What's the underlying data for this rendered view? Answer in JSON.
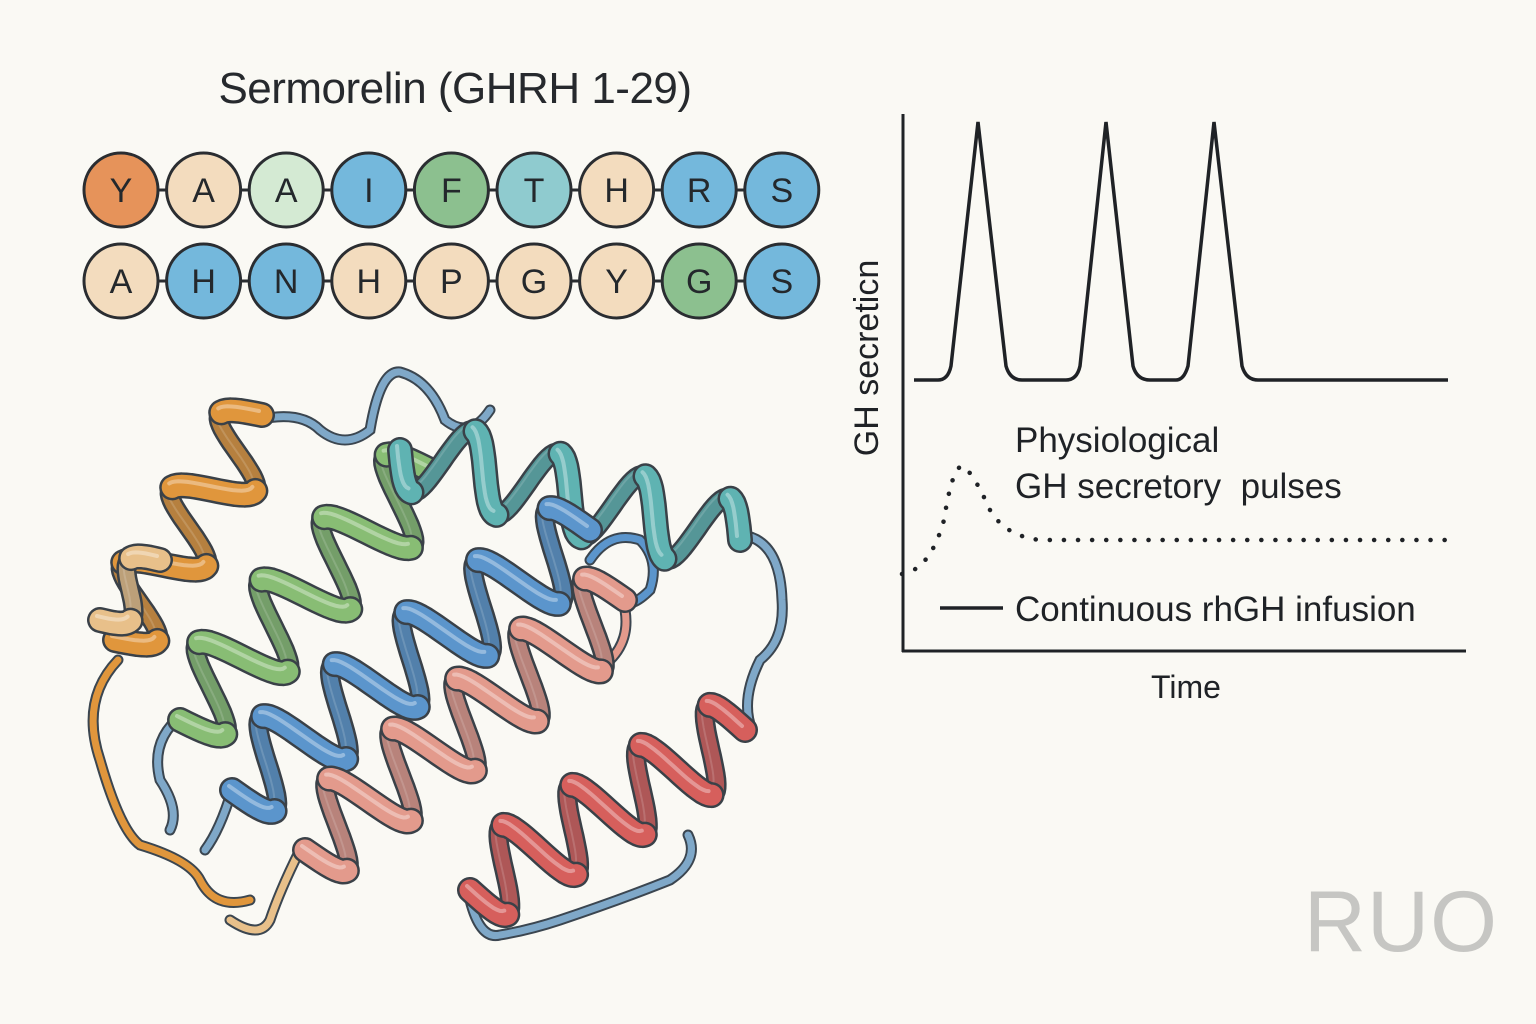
{
  "title": "Sermorelin (GHRH 1-29)",
  "sequence_rows": [
    [
      {
        "letter": "Y",
        "color": "#e6935a"
      },
      {
        "letter": "A",
        "color": "#f3dcbe"
      },
      {
        "letter": "A",
        "color": "#d4ead3"
      },
      {
        "letter": "I",
        "color": "#74b8dc"
      },
      {
        "letter": "F",
        "color": "#8cc08f"
      },
      {
        "letter": "T",
        "color": "#8fcbcf"
      },
      {
        "letter": "H",
        "color": "#f3dcbe"
      },
      {
        "letter": "R",
        "color": "#74b8dc"
      },
      {
        "letter": "S",
        "color": "#74b8dc"
      }
    ],
    [
      {
        "letter": "A",
        "color": "#f3dcbe"
      },
      {
        "letter": "H",
        "color": "#74b8dc"
      },
      {
        "letter": "N",
        "color": "#74b8dc"
      },
      {
        "letter": "H",
        "color": "#f3dcbe"
      },
      {
        "letter": "P",
        "color": "#f3dcbe"
      },
      {
        "letter": "G",
        "color": "#f3dcbe"
      },
      {
        "letter": "Y",
        "color": "#f3dcbe"
      },
      {
        "letter": "G",
        "color": "#8cc08f"
      },
      {
        "letter": "S",
        "color": "#74b8dc"
      }
    ]
  ],
  "helix_colors": {
    "orange": "#e0963c",
    "tan": "#e8c08a",
    "green": "#88bd74",
    "teal": "#5fb3b2",
    "blue": "#5b95cc",
    "pink": "#e39a8c",
    "red": "#d65f5c",
    "loop": "#7fa8c8"
  },
  "chart": {
    "ylabel": "GH secreticn",
    "xlabel": "Time",
    "annotation_line1": "Physiological",
    "annotation_line2": "GH secretory  pulses",
    "legend_label": "Continuous rhGH infusion",
    "line_color": "#1f2226"
  },
  "watermark": "RUO"
}
